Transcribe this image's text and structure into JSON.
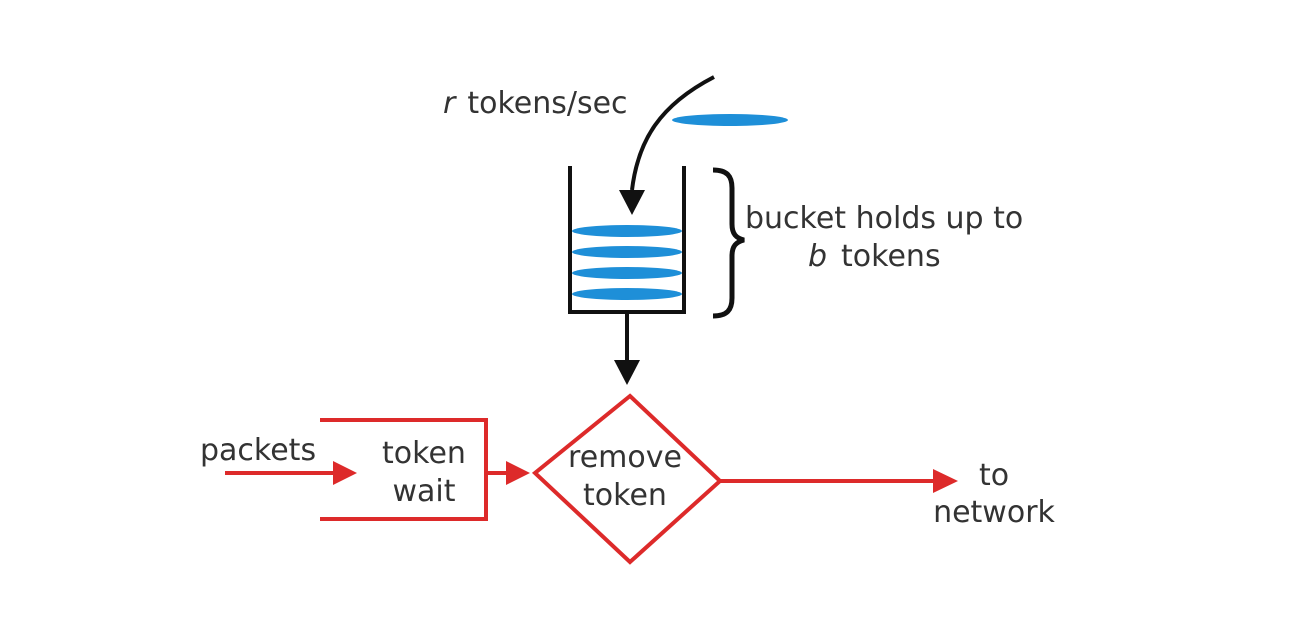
{
  "colors": {
    "token": "#1e8fd8",
    "flow": "#dd2a2a",
    "ink": "#111111",
    "text": "#333333"
  },
  "rate": {
    "symbol": "r",
    "text": "tokens/sec"
  },
  "bucket": {
    "line1": "bucket holds up to",
    "symbol": "b",
    "text": "tokens",
    "token_count": 4
  },
  "wait": {
    "line1": "token",
    "line2": "wait"
  },
  "decision": {
    "line1": "remove",
    "line2": "token"
  },
  "input_label": "packets",
  "output": {
    "line1": "to",
    "line2": "network"
  }
}
